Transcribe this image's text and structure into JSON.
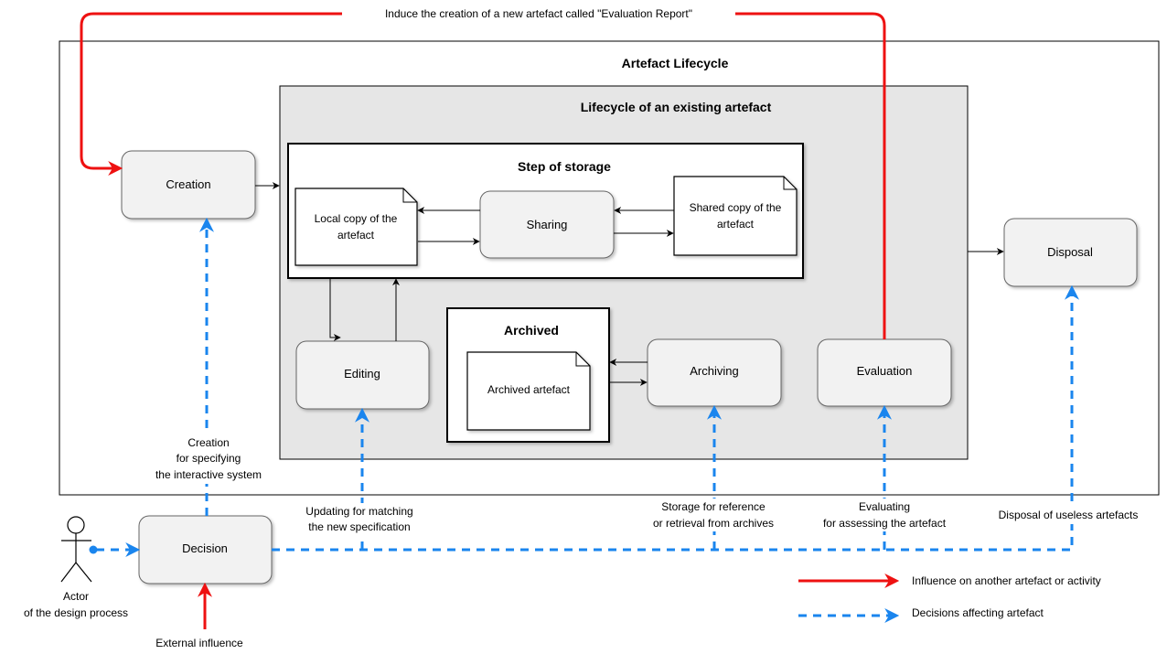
{
  "top_annotation": "Induce the creation of a new artefact called \"Evaluation Report\"",
  "containers": {
    "lifecycle": "Artefact Lifecycle",
    "existing": "Lifecycle of an existing artefact",
    "storage": "Step of storage",
    "archived": "Archived"
  },
  "nodes": {
    "creation": "Creation",
    "sharing": "Sharing",
    "disposal": "Disposal",
    "editing": "Editing",
    "archiving": "Archiving",
    "evaluation": "Evaluation",
    "decision": "Decision"
  },
  "documents": {
    "local_copy": [
      "Local copy of the",
      "artefact"
    ],
    "shared_copy": [
      "Shared copy of the",
      "artefact"
    ],
    "archived_artefact": "Archived artefact"
  },
  "labels": {
    "creation_spec": [
      "Creation",
      "for specifying",
      "the interactive system"
    ],
    "updating": [
      "Updating for matching",
      "the new specification"
    ],
    "storage": [
      "Storage for reference",
      "or retrieval from archives"
    ],
    "evaluating": [
      "Evaluating",
      "for assessing the artefact"
    ],
    "disposal": "Disposal of useless artefacts",
    "external": "External influence"
  },
  "actor": {
    "line1": "Actor",
    "line2": "of the design process"
  },
  "legend": {
    "influence": "Influence on another artefact or activity",
    "decisions": "Decisions affecting artefact"
  },
  "colors": {
    "influence": "#ee1111",
    "decision": "#1a85ee",
    "box_fill": "#f2f2f2",
    "group_fill": "#e6e6e6"
  },
  "icons": {
    "actor": "stick-figure-icon",
    "document": "folded-corner-document-icon"
  }
}
